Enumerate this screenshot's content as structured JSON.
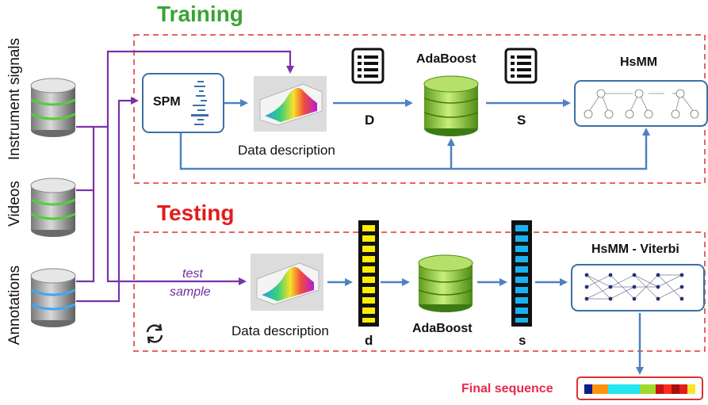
{
  "training_title": "Training",
  "testing_title": "Testing",
  "sources": [
    "Instrument signals",
    "Videos",
    "Annotations"
  ],
  "training": {
    "spm_label": "SPM",
    "data_description": "Data description",
    "feature_symbol": "D",
    "classifier": "AdaBoost",
    "output_symbol": "S",
    "model": "HsMM"
  },
  "testing": {
    "input_label_1": "test",
    "input_label_2": "sample",
    "data_description": "Data description",
    "feature_symbol": "d",
    "classifier": "AdaBoost",
    "output_symbol": "s",
    "model": "HsMM - Viterbi"
  },
  "final_label": "Final sequence",
  "final_sequence_colors": [
    "#0c1a8a",
    "#ff9310",
    "#ff9310",
    "#23e6ee",
    "#23e6ee",
    "#23e6ee",
    "#23e6ee",
    "#9ed92c",
    "#9ed92c",
    "#c41313",
    "#ff2b1a",
    "#a80f0f",
    "#e51c1c",
    "#f7e62a"
  ],
  "colors": {
    "training_title": "#3aa335",
    "testing_title": "#e31b1b",
    "frame_dash": "#e0302e",
    "arrow_blue": "#4d82c2",
    "arrow_purple": "#7a32a8",
    "final_label": "#e8294a",
    "d_bar_cell": "#ffee00",
    "s_bar_cell": "#1ab1f0"
  },
  "icons": [
    "database-icon",
    "list-icon",
    "refresh-icon"
  ]
}
